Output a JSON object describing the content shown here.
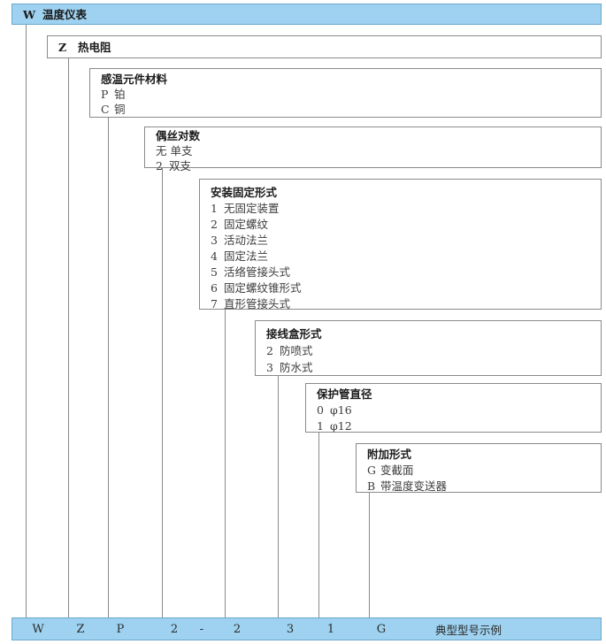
{
  "diagram": {
    "title_bar": {
      "code": "W",
      "label": "温度仪表"
    },
    "levels": [
      {
        "id": "type",
        "title_code": "Z",
        "title_label": "热电阻",
        "options": []
      },
      {
        "id": "sensing-element-material",
        "title": "感温元件材料",
        "options": [
          {
            "code": "P",
            "label": "铂"
          },
          {
            "code": "C",
            "label": "铜"
          }
        ]
      },
      {
        "id": "wire-pairs",
        "title": "偶丝对数",
        "options": [
          {
            "code": "无",
            "label": "单支"
          },
          {
            "code": "2",
            "label": "双支"
          }
        ]
      },
      {
        "id": "mounting-fixing-type",
        "title": "安装固定形式",
        "options": [
          {
            "code": "1",
            "label": "无固定装置"
          },
          {
            "code": "2",
            "label": "固定螺纹"
          },
          {
            "code": "3",
            "label": "活动法兰"
          },
          {
            "code": "4",
            "label": "固定法兰"
          },
          {
            "code": "5",
            "label": "活络管接头式"
          },
          {
            "code": "6",
            "label": "固定螺纹锥形式"
          },
          {
            "code": "7",
            "label": "直形管接头式"
          }
        ]
      },
      {
        "id": "junction-box-type",
        "title": "接线盒形式",
        "options": [
          {
            "code": "2",
            "label": "防喷式"
          },
          {
            "code": "3",
            "label": "防水式"
          }
        ]
      },
      {
        "id": "protection-tube-diameter",
        "title": "保护管直径",
        "options": [
          {
            "code": "0",
            "label": "φ16"
          },
          {
            "code": "1",
            "label": "φ12"
          }
        ]
      },
      {
        "id": "additional-type",
        "title": "附加形式",
        "options": [
          {
            "code": "G",
            "label": "变截面"
          },
          {
            "code": "B",
            "label": "带温度变送器"
          }
        ]
      }
    ],
    "legend": {
      "codes": [
        "W",
        "Z",
        "P",
        "2",
        "-",
        "2",
        "3",
        "1",
        "G"
      ],
      "note": "典型型号示例"
    },
    "colors": {
      "bar_fill": "#9ed2f0",
      "bar_border": "#6aa8cc",
      "box_border": "#8a8a8a",
      "text": "#1a1a1a",
      "option_text": "#3c3c3c"
    }
  }
}
